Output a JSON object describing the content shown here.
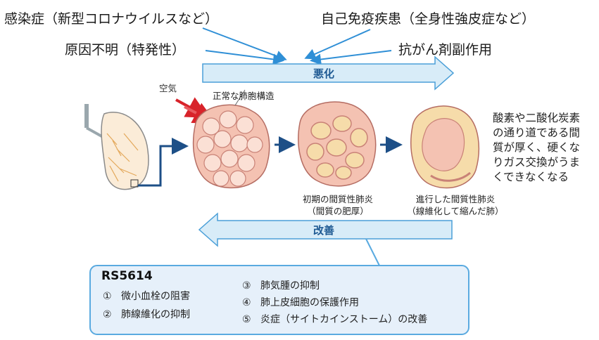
{
  "causes": {
    "infection": "感染症（新型コロナウイルスなど）",
    "autoimmune": "自己免疫疾患（全身性強皮症など）",
    "unknown": "原因不明（特発性）",
    "anticancer": "抗がん剤副作用"
  },
  "bars": {
    "worsen": "悪化",
    "improve": "改善"
  },
  "labels": {
    "air": "空気",
    "normal": "正常な肺胞構造",
    "early_line1": "初期の間質性肺炎",
    "early_line2": "（間質の肥厚）",
    "advanced_line1": "進行した間質性肺炎",
    "advanced_line2": "（線維化して縮んだ肺）"
  },
  "description": [
    "酸素や二酸化炭素",
    "の通り道である間",
    "質が厚く、硬くな",
    "りガス交換がうま",
    "くできなくなる"
  ],
  "rs_box": {
    "title": "RS5614",
    "items": [
      {
        "num": "①",
        "text": "微小血栓の阻害"
      },
      {
        "num": "②",
        "text": "肺線維化の抑制"
      },
      {
        "num": "③",
        "text": "肺気腫の抑制"
      },
      {
        "num": "④",
        "text": "肺上皮細胞の保護作用"
      },
      {
        "num": "⑤",
        "text": "炎症（サイトカインストーム）の改善"
      }
    ]
  },
  "colors": {
    "bar_fill": "#d8ecf8",
    "bar_border": "#4a9fd8",
    "arrow_line": "#2f8fd6",
    "alveoli": "#f4c2b2",
    "tissue": "#f6dcaa",
    "box_fill": "#e6f0fa",
    "box_border": "#5aaae0"
  }
}
